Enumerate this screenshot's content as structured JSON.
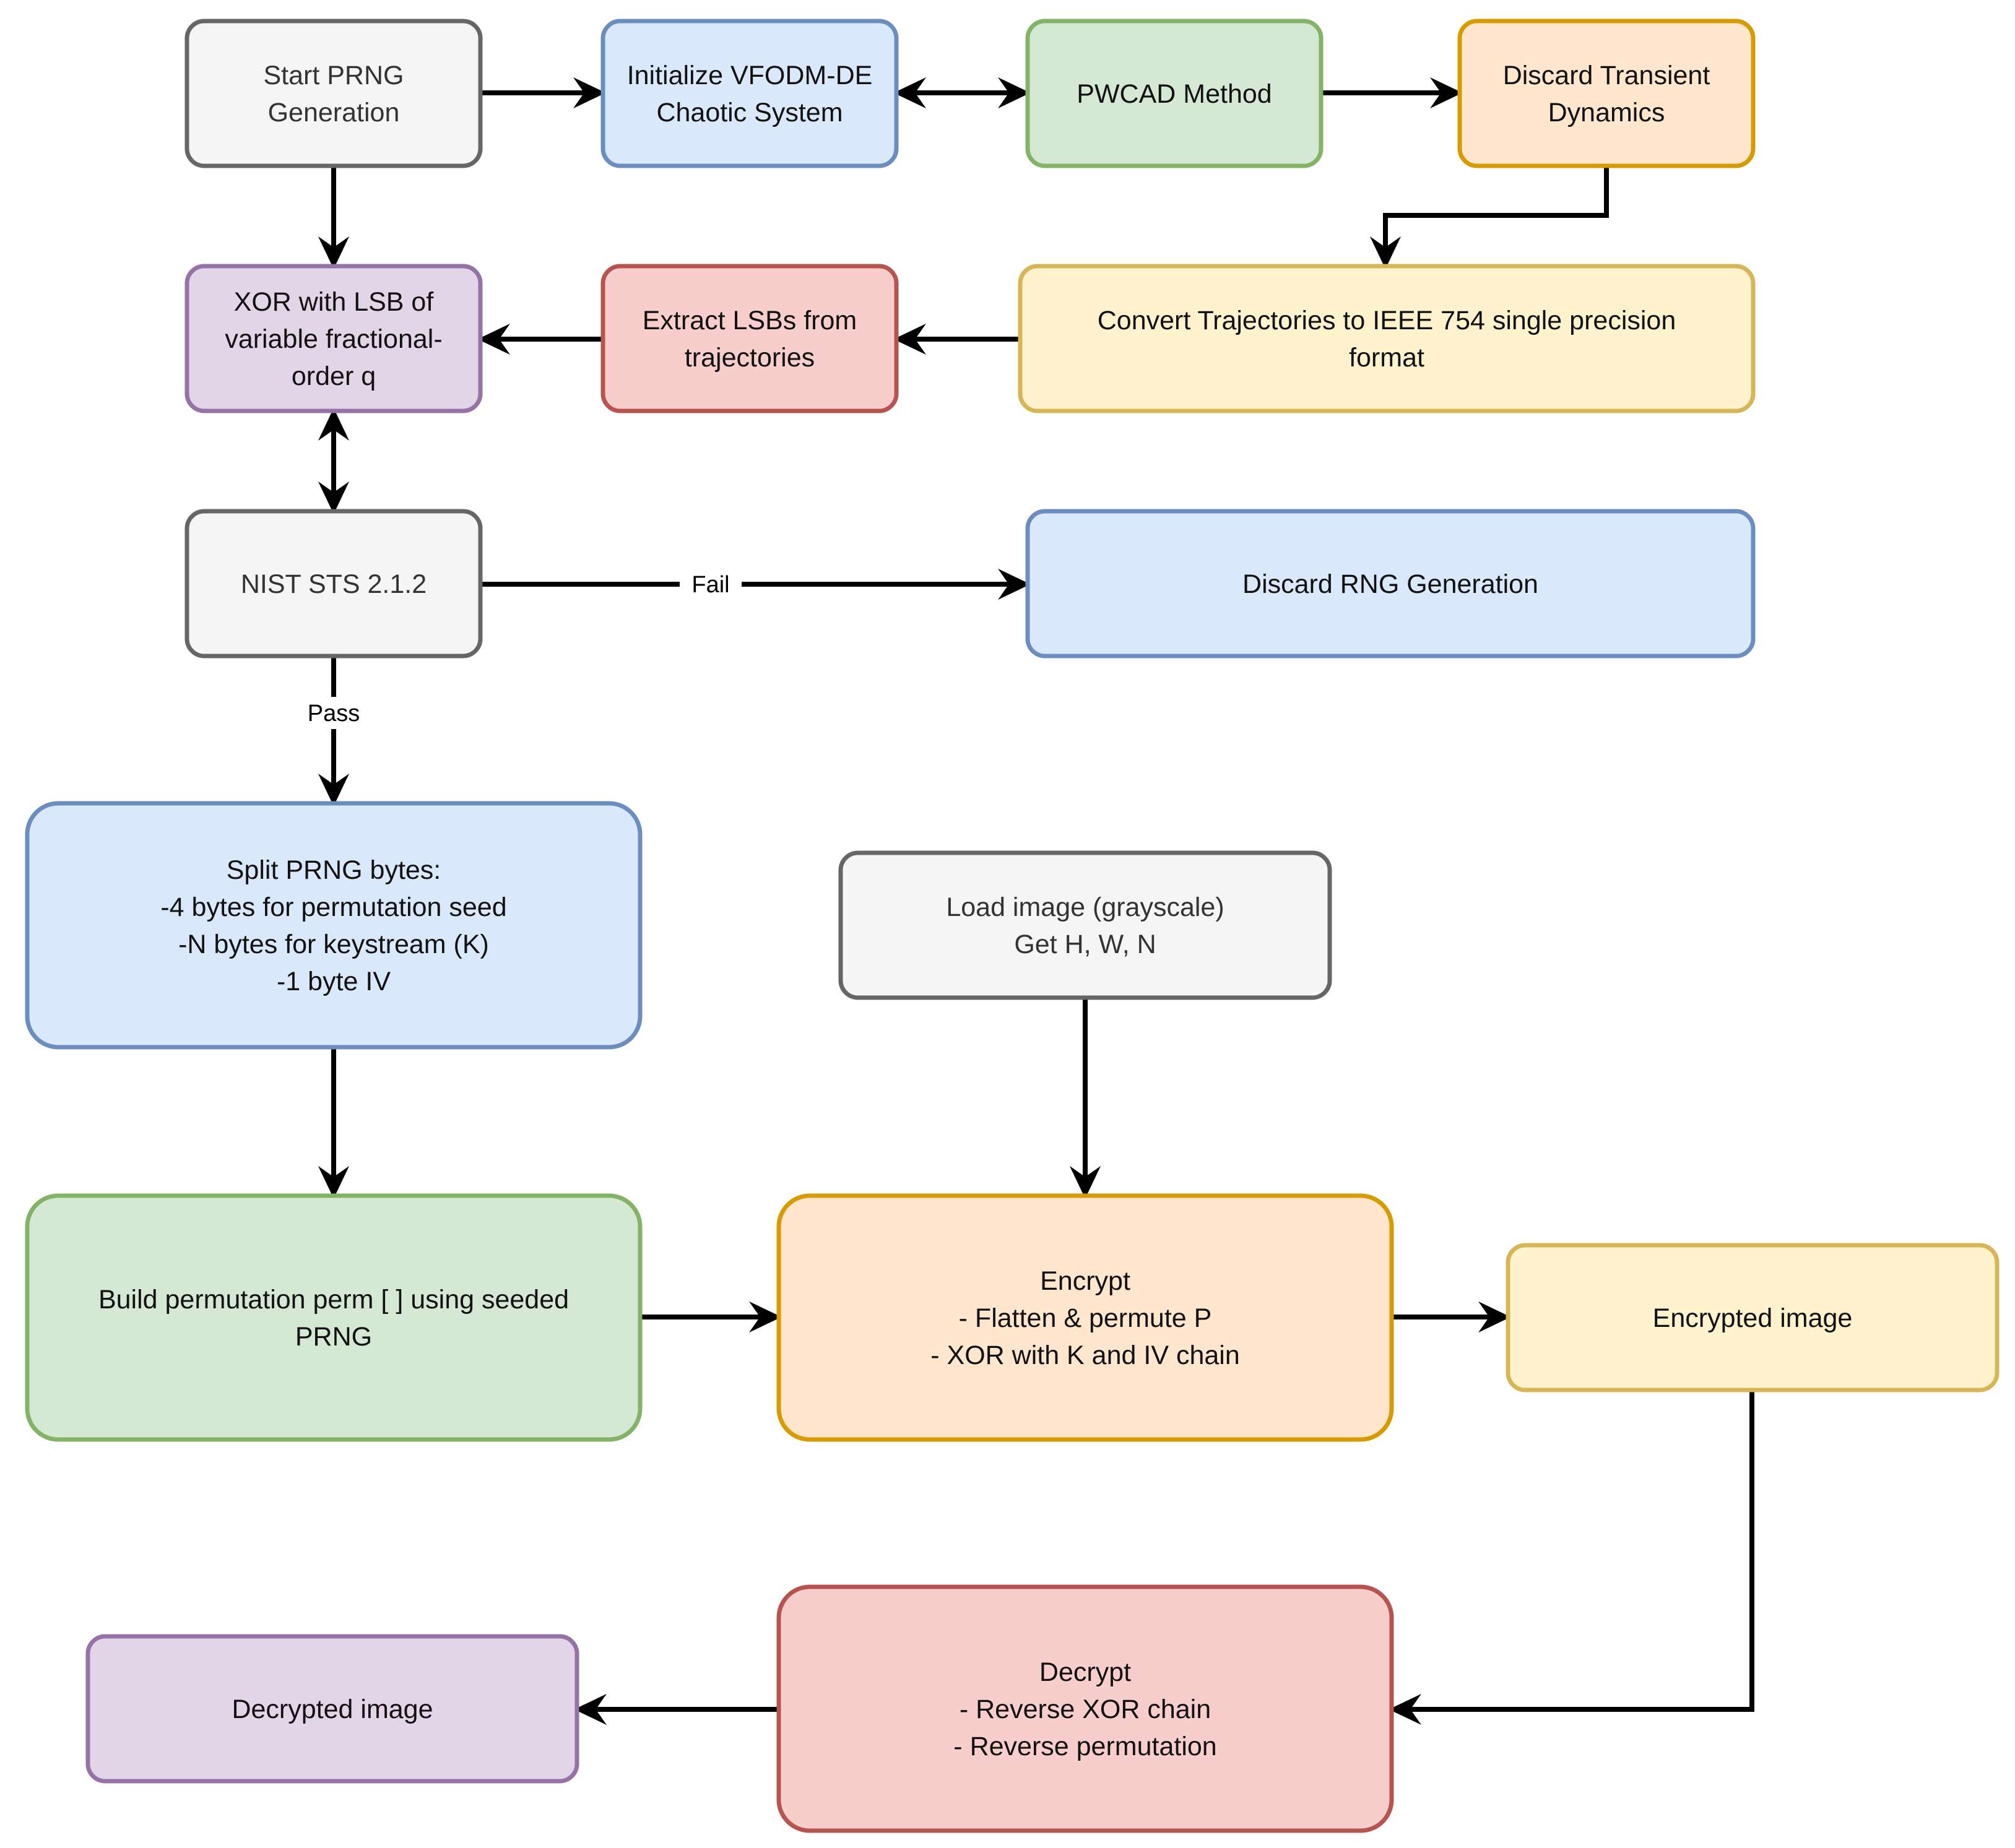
{
  "nodes": {
    "start": {
      "lines": [
        "Start PRNG",
        "Generation"
      ]
    },
    "init": {
      "lines": [
        "Initialize VFODM-DE",
        "Chaotic System"
      ]
    },
    "pwcad": {
      "lines": [
        "PWCAD Method"
      ]
    },
    "discard_transient": {
      "lines": [
        "Discard Transient",
        "Dynamics"
      ]
    },
    "xor_lsb": {
      "lines": [
        "XOR with LSB of",
        "variable fractional-",
        "order q"
      ]
    },
    "extract": {
      "lines": [
        "Extract LSBs from",
        "trajectories"
      ]
    },
    "convert": {
      "lines": [
        "Convert Trajectories to IEEE 754 single precision",
        "format"
      ]
    },
    "nist": {
      "lines": [
        "NIST STS 2.1.2"
      ]
    },
    "discard_rng": {
      "lines": [
        "Discard RNG Generation"
      ]
    },
    "split": {
      "lines": [
        "Split PRNG bytes:",
        "-4 bytes for permutation seed",
        "-N bytes for keystream (K)",
        "-1 byte IV"
      ]
    },
    "load": {
      "lines": [
        "Load image (grayscale)",
        "Get H, W, N"
      ]
    },
    "build_perm": {
      "lines": [
        "Build permutation perm [ ] using seeded",
        "PRNG"
      ]
    },
    "encrypt": {
      "lines": [
        "Encrypt",
        "- Flatten & permute P",
        "- XOR with K and IV chain"
      ]
    },
    "encrypted": {
      "lines": [
        "Encrypted image"
      ]
    },
    "decrypt": {
      "lines": [
        "Decrypt",
        "- Reverse XOR chain",
        "- Reverse permutation"
      ]
    },
    "decrypted": {
      "lines": [
        "Decrypted image"
      ]
    }
  },
  "edge_labels": {
    "fail": "Fail",
    "pass": "Pass"
  },
  "colors": {
    "gray_fill": "#f5f5f5",
    "gray_stroke": "#666666",
    "blue_fill": "#dae8fc",
    "blue_stroke": "#6c8ebf",
    "green_fill": "#d5e8d4",
    "green_stroke": "#82b366",
    "orange_fill": "#ffe6cc",
    "orange_stroke": "#d79b00",
    "purple_fill": "#e1d5e7",
    "purple_stroke": "#9673a6",
    "red_fill": "#f8cecc",
    "red_stroke": "#b85450",
    "yellow_fill": "#fff2cc",
    "yellow_stroke": "#d6b656",
    "edge": "#000000"
  }
}
